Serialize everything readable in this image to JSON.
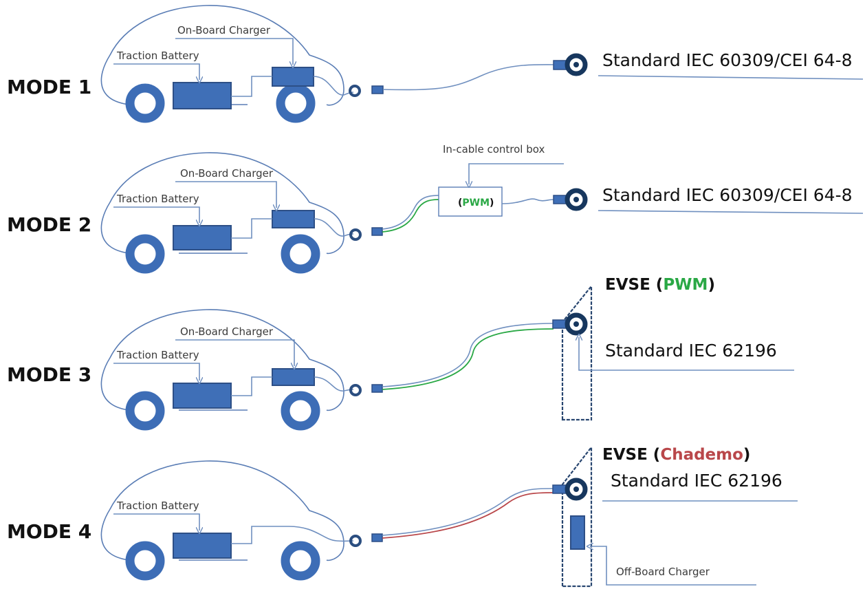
{
  "colors": {
    "pwm": "#2aa845",
    "chademo": "#b9474a",
    "car_blue": "#3f6fb7",
    "text": "#111111"
  },
  "modes": [
    {
      "label": "MODE 1",
      "on_board_charger": "On-Board Charger",
      "traction_battery": "Traction Battery",
      "standard": "Standard IEC 60309/CEI 64-8"
    },
    {
      "label": "MODE 2",
      "on_board_charger": "On-Board Charger",
      "traction_battery": "Traction Battery",
      "standard": "Standard IEC 60309/CEI 64-8",
      "control_box_label": "In-cable control box",
      "pwm_open": "(",
      "pwm": "PWM",
      "pwm_close": ")"
    },
    {
      "label": "MODE 3",
      "on_board_charger": "On-Board Charger",
      "traction_battery": "Traction Battery",
      "standard": "Standard IEC 62196",
      "evse": "EVSE (",
      "evse_signal": "PWM",
      "evse_close": ")"
    },
    {
      "label": "MODE 4",
      "traction_battery": "Traction Battery",
      "standard": "Standard IEC 62196",
      "evse": "EVSE (",
      "evse_signal": "Chademo",
      "evse_close": ")",
      "off_board_charger": "Off-Board Charger"
    }
  ]
}
